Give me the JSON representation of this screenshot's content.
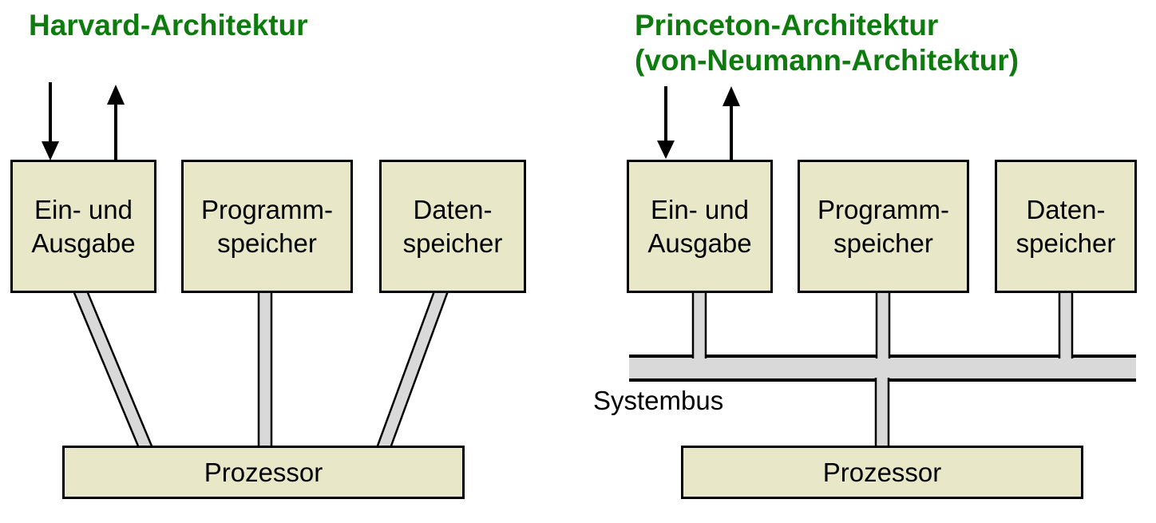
{
  "colors": {
    "title_green": "#0e7b0e",
    "box_fill": "#e8e8c8",
    "box_border": "#000000",
    "connector_fill": "#d9d9d9",
    "arrow_black": "#000000"
  },
  "harvard": {
    "title": "Harvard-Architektur",
    "boxes": {
      "io": {
        "line1": "Ein- und",
        "line2": "Ausgabe"
      },
      "program": {
        "line1": "Programm-",
        "line2": "speicher"
      },
      "data": {
        "line1": "Daten-",
        "line2": "speicher"
      }
    },
    "processor_label": "Prozessor"
  },
  "princeton": {
    "title_line1": "Princeton-Architektur",
    "title_line2": "(von-Neumann-Architektur)",
    "boxes": {
      "io": {
        "line1": "Ein- und",
        "line2": "Ausgabe"
      },
      "program": {
        "line1": "Programm-",
        "line2": "speicher"
      },
      "data": {
        "line1": "Daten-",
        "line2": "speicher"
      }
    },
    "bus_label": "Systembus",
    "processor_label": "Prozessor"
  }
}
